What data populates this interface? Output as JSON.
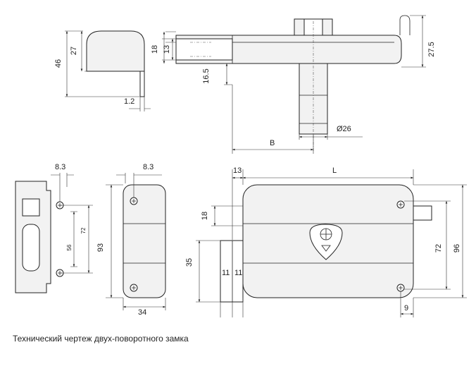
{
  "caption": "Технический чертеж двух-поворотного замка",
  "dims": {
    "d46": "46",
    "d27": "27",
    "d12": "1.2",
    "d18a": "18",
    "d13a": "13",
    "d165": "16.5",
    "d275": "27.5",
    "dB": "B",
    "d26": "Ø26",
    "d83a": "8.3",
    "d72s": "72",
    "d56": "56",
    "d83b": "8.3",
    "d93": "93",
    "d34": "34",
    "d13b": "13",
    "dL": "L",
    "d18b": "18",
    "d35": "35",
    "d11a": "11",
    "d11b": "11",
    "d72": "72",
    "d96": "96",
    "d9": "9"
  }
}
